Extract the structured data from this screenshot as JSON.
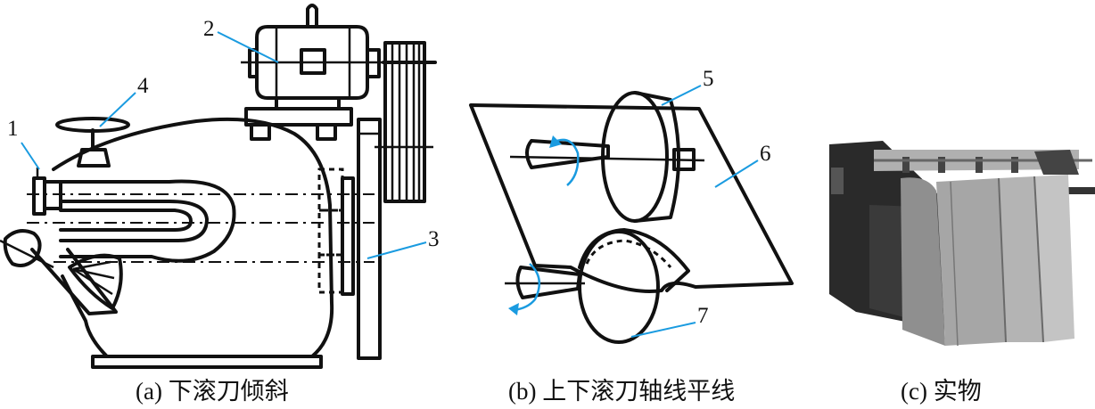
{
  "figure": {
    "panels": [
      {
        "id": "a",
        "caption": "(a) 下滚刀倾斜"
      },
      {
        "id": "b",
        "caption": "(b) 上下滚刀轴线平线"
      },
      {
        "id": "c",
        "caption": "(c) 实物"
      }
    ],
    "part_labels": [
      "1",
      "2",
      "3",
      "4",
      "5",
      "6",
      "7"
    ],
    "colors": {
      "ink": "#111111",
      "leader": "#1a9be0",
      "photo_dark": "#2a2a2a",
      "photo_mid": "#8a8a8a",
      "photo_light": "#c8c8c8"
    }
  }
}
